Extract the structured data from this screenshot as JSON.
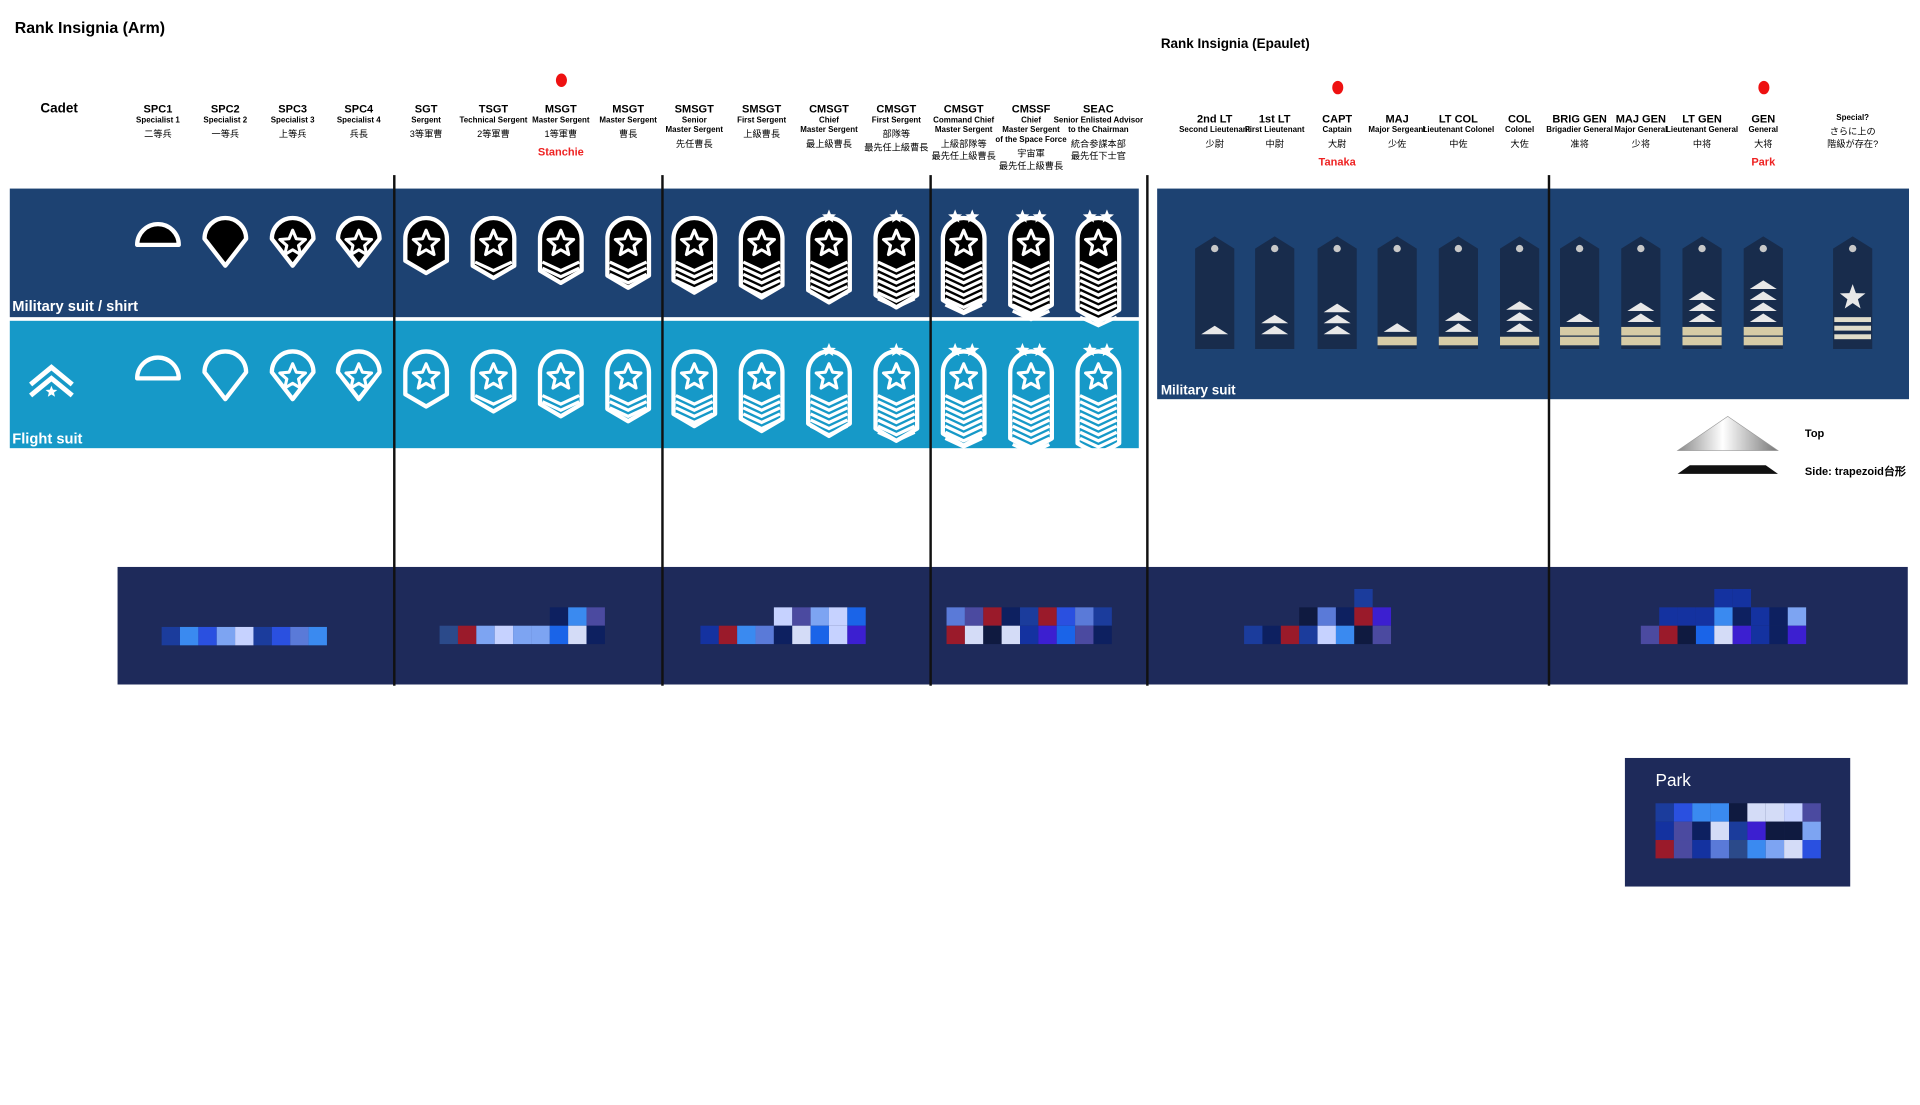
{
  "titles": {
    "arm": "Rank Insignia (Arm)",
    "epaulet": "Rank Insignia (Epaulet)"
  },
  "arm_columns": [
    {
      "abbr": "Cadet"
    },
    {
      "abbr": "SPC1",
      "en": "Specialist 1",
      "jp": "二等兵"
    },
    {
      "abbr": "SPC2",
      "en": "Specialist 2",
      "jp": "一等兵"
    },
    {
      "abbr": "SPC3",
      "en": "Specialist 3",
      "jp": "上等兵"
    },
    {
      "abbr": "SPC4",
      "en": "Specialist 4",
      "jp": "兵長"
    },
    {
      "abbr": "SGT",
      "en": "Sergent",
      "jp": "3等軍曹"
    },
    {
      "abbr": "TSGT",
      "en": "Technical Sergent",
      "jp": "2等軍曹"
    },
    {
      "abbr": "MSGT",
      "en": "Master Sergent",
      "jp": "1等軍曹",
      "name": "Stanchie"
    },
    {
      "abbr": "MSGT",
      "en": "Master Sergent",
      "jp": "曹長"
    },
    {
      "abbr": "SMSGT",
      "en": "Senior\nMaster Sergent",
      "jp": "先任曹長"
    },
    {
      "abbr": "SMSGT",
      "en": "First Sergent",
      "jp": "上級曹長"
    },
    {
      "abbr": "CMSGT",
      "en": "Chief\nMaster Sergent",
      "jp": "最上級曹長"
    },
    {
      "abbr": "CMSGT",
      "en": "First Sergent",
      "jp": "部隊等\n最先任上級曹長"
    },
    {
      "abbr": "CMSGT",
      "en": "Command Chief\nMaster Sergent",
      "jp": "上級部隊等\n最先任上級曹長"
    },
    {
      "abbr": "CMSSF",
      "en": "Chief\nMaster Sergent\nof the Space Force",
      "jp": "宇宙軍\n最先任上級曹長"
    },
    {
      "abbr": "SEAC",
      "en": "Senior Enlisted Advisor\nto the Chairman",
      "jp": "統合参謀本部\n最先任下士官"
    }
  ],
  "epaulet_columns": [
    {
      "abbr": "2nd LT",
      "en": "Second Lieutenant",
      "jp": "少尉"
    },
    {
      "abbr": "1st LT",
      "en": "First Lieutenant",
      "jp": "中尉"
    },
    {
      "abbr": "CAPT",
      "en": "Captain",
      "jp": "大尉",
      "name": "Tanaka"
    },
    {
      "abbr": "MAJ",
      "en": "Major Sergeant",
      "jp": "少佐"
    },
    {
      "abbr": "LT COL",
      "en": "Lieutenant Colonel",
      "jp": "中佐"
    },
    {
      "abbr": "COL",
      "en": "Colonel",
      "jp": "大佐"
    },
    {
      "abbr": "BRIG GEN",
      "en": "Brigadier General",
      "jp": "准将"
    },
    {
      "abbr": "MAJ GEN",
      "en": "Major General",
      "jp": "少将"
    },
    {
      "abbr": "LT GEN",
      "en": "Lieutenant General",
      "jp": "中将"
    },
    {
      "abbr": "GEN",
      "en": "General",
      "jp": "大将",
      "name": "Park"
    },
    {
      "abbr": "",
      "en": "Special?",
      "jp": "さらに上の\n階級が存在?"
    }
  ],
  "bands": {
    "military_shirt": "Military suit / shirt",
    "flight": "Flight suit",
    "military_epaulet": "Military suit"
  },
  "legend": {
    "top": "Top",
    "side": "Side: trapezoid台形"
  },
  "park_box": {
    "label": "Park"
  },
  "colors": {
    "navy": "#1d4272",
    "flight_blue": "#1699c8",
    "dark_navy": "#1e2a5a",
    "marker_red": "#ee1111",
    "gold_bar": "#d6cba6"
  },
  "icons": [
    "dome-icon",
    "shield-chevron-icon",
    "star-icon",
    "chevron-icon",
    "epaulet-icon",
    "pyramid-icon",
    "trapezoid-icon",
    "pixel-mosaic"
  ]
}
